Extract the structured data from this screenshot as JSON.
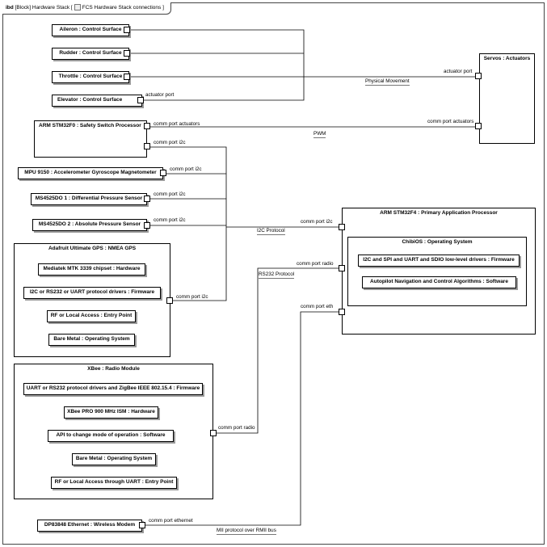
{
  "header": {
    "kind": "ibd",
    "title": "[Block] Hardware Stack [",
    "diagram": "FCS Hardware Stack connections ]"
  },
  "blocks": {
    "aileron": "Aileron : Control Surface",
    "rudder": "Rudder : Control Surface",
    "throttle": "Throttle : Control Surface",
    "elevator": "Elevator : Control Surface",
    "servos": "Servos : Actuators",
    "arm_f0": "ARM STM32F0 : Safety Switch Processor",
    "mpu": "MPU 9150 : Accelerometer Gyroscope Magnetometer",
    "ms1": "MS4525DO 1 : Differential Pressure Sensor",
    "ms2": "MS4525DO 2 : Absolute Pressure Sensor",
    "arm_f4": "ARM STM32F4 : Primary Application Processor",
    "chibios": "ChibiOS : Operating System",
    "llv_drivers": "I2C and SPI and UART and SDIO low-level drivers : Firmware",
    "autopilot": "Autopilot Navigation and Control Algorithms : Software",
    "gps": "Adafruit Ultimate GPS : NMEA GPS",
    "gps_chipset": "Mediatek MTK 3339 chipset : Hardware",
    "gps_drivers": "I2C or RS232 or UART protocol drivers : Firmware",
    "gps_rf": "RF or Local Access : Entry Point",
    "gps_os": "Bare Metal : Operating System",
    "xbee": "XBee : Radio Module",
    "xbee_fw": "UART or RS232 protocol drivers and ZigBee IEEE 802.15.4 : Firmware",
    "xbee_hw": "XBee PRO 900 MHz ISM : Hardware",
    "xbee_api": "API to change mode of operation : Software",
    "xbee_os": "Bare Metal : Operating System",
    "xbee_rf": "RF or Local Access through UART : Entry Point",
    "dp": "DP83848 Ethernet : Wireless Modem"
  },
  "ports": {
    "actuator_port": "actuator port",
    "comm_port_actuators": "comm port actuators",
    "comm_port_i2c": "comm port i2c",
    "comm_port_radio": "comm port radio",
    "comm_port_eth": "comm port eth",
    "comm_port_ethernet": "comm port ethernet"
  },
  "connectors": {
    "physical_movement": "Physical Movement",
    "pwm": "PWM",
    "i2c_protocol": "I2C Protocol",
    "rs232_protocol": "RS232 Protocol",
    "mii_protocol": "MII protocol over RMII bus"
  }
}
